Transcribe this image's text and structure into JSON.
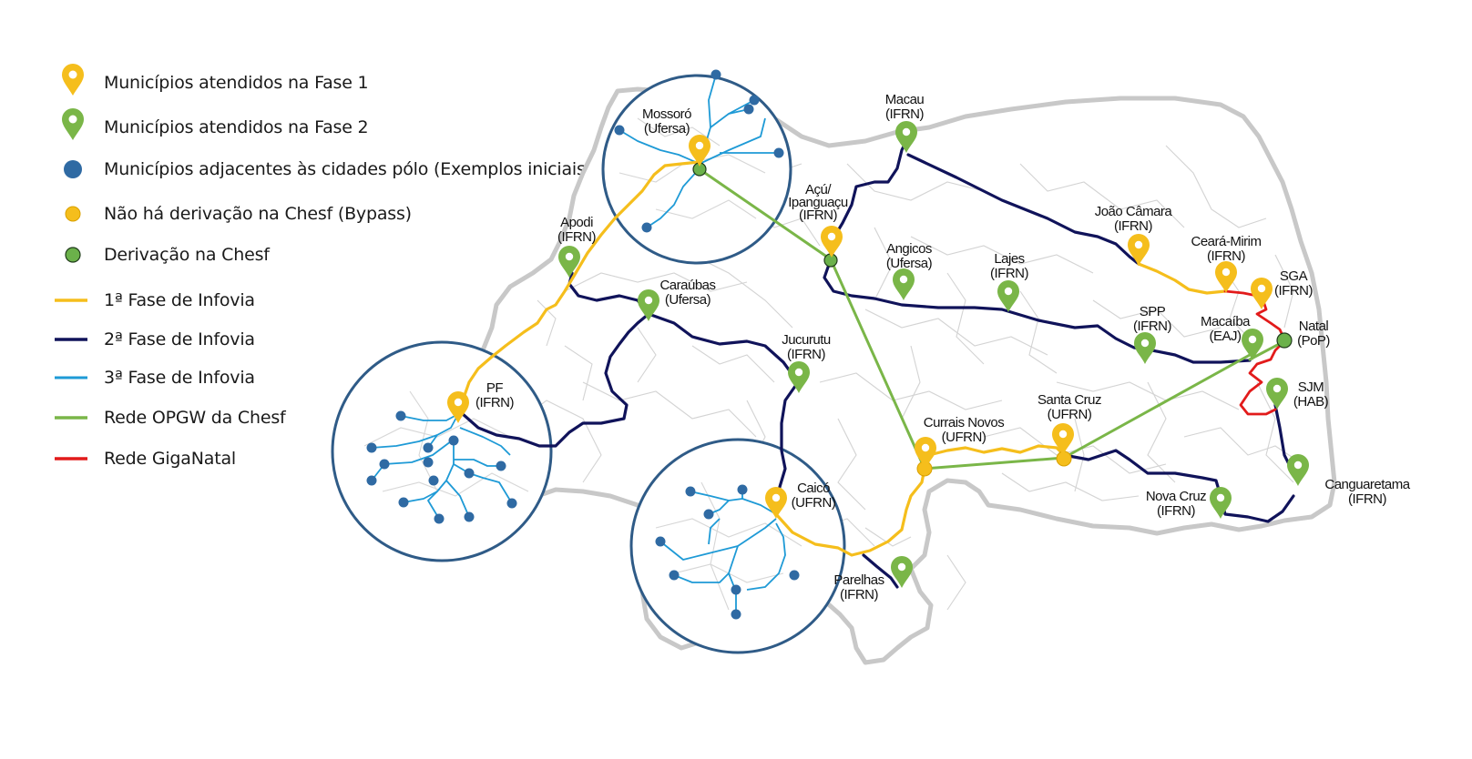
{
  "colors": {
    "phase1": "#f5be1c",
    "phase2_pin": "#7ab648",
    "infovia2": "#10135a",
    "infovia3": "#1e9ad6",
    "opgw": "#7ab648",
    "giganatal": "#e21b1b",
    "adjacent_dot": "#2f6aa3",
    "circle_border": "#2f5b87",
    "municipality_border": "#cfcfcf",
    "state_outline": "#c8c8c8"
  },
  "legend": [
    {
      "symbol": "yellow-pin-icon",
      "label": "Municípios atendidos na Fase 1"
    },
    {
      "symbol": "green-pin-icon",
      "label": "Municípios atendidos na Fase 2"
    },
    {
      "symbol": "blue-dot-icon",
      "label": "Municípios adjacentes às cidades pólo (Exemplos iniciais)"
    },
    {
      "symbol": "yellow-dot-icon",
      "label": "Não há derivação na Chesf (Bypass)"
    },
    {
      "symbol": "green-dot-icon",
      "label": "Derivação na Chesf"
    },
    {
      "symbol": "yellow-line-icon",
      "label": "1ª Fase de Infovia"
    },
    {
      "symbol": "navy-line-icon",
      "label": "2ª Fase de Infovia"
    },
    {
      "symbol": "cyan-line-icon",
      "label": "3ª Fase de Infovia"
    },
    {
      "symbol": "green-line-icon",
      "label": "Rede OPGW da Chesf"
    },
    {
      "symbol": "red-line-icon",
      "label": "Rede GigaNatal"
    }
  ],
  "cities": [
    {
      "id": "mossoro",
      "lines": [
        "Mossoró",
        "(Ufersa)"
      ],
      "phase": 1
    },
    {
      "id": "apodi",
      "lines": [
        "Apodi",
        "(IFRN)"
      ],
      "phase": 2
    },
    {
      "id": "caraubas",
      "lines": [
        "Caraúbas",
        "(Ufersa)"
      ],
      "phase": 2
    },
    {
      "id": "pf",
      "lines": [
        "PF",
        "(IFRN)"
      ],
      "phase": 1
    },
    {
      "id": "macau",
      "lines": [
        "Macau",
        "(IFRN)"
      ],
      "phase": 2
    },
    {
      "id": "acu",
      "lines": [
        "Açú/",
        "Ipanguaçu",
        "(IFRN)"
      ],
      "phase": 1
    },
    {
      "id": "angicos",
      "lines": [
        "Angicos",
        "(Ufersa)"
      ],
      "phase": 2
    },
    {
      "id": "lajes",
      "lines": [
        "Lajes",
        "(IFRN)"
      ],
      "phase": 2
    },
    {
      "id": "joao-camara",
      "lines": [
        "João Câmara",
        "(IFRN)"
      ],
      "phase": 1
    },
    {
      "id": "ceara-mirim",
      "lines": [
        "Ceará-Mirim",
        "(IFRN)"
      ],
      "phase": 1
    },
    {
      "id": "sga",
      "lines": [
        "SGA",
        "(IFRN)"
      ],
      "phase": 1
    },
    {
      "id": "spp",
      "lines": [
        "SPP",
        "(IFRN)"
      ],
      "phase": 2
    },
    {
      "id": "macaiba",
      "lines": [
        "Macaíba",
        "(EAJ)"
      ],
      "phase": 2
    },
    {
      "id": "natal",
      "lines": [
        "Natal",
        "(PoP)"
      ],
      "phase": 0
    },
    {
      "id": "sjm",
      "lines": [
        "SJM",
        "(HAB)"
      ],
      "phase": 2
    },
    {
      "id": "jucurutu",
      "lines": [
        "Jucurutu",
        "(IFRN)"
      ],
      "phase": 2
    },
    {
      "id": "currais-novos",
      "lines": [
        "Currais Novos",
        "(UFRN)"
      ],
      "phase": 1
    },
    {
      "id": "santa-cruz",
      "lines": [
        "Santa Cruz",
        "(UFRN)"
      ],
      "phase": 1
    },
    {
      "id": "caico",
      "lines": [
        "Caicó",
        "(UFRN)"
      ],
      "phase": 1
    },
    {
      "id": "parelhas",
      "lines": [
        "Parelhas",
        "(IFRN)"
      ],
      "phase": 2
    },
    {
      "id": "nova-cruz",
      "lines": [
        "Nova Cruz",
        "(IFRN)"
      ],
      "phase": 2
    },
    {
      "id": "canguaretama",
      "lines": [
        "Canguaretama",
        "(IFRN)"
      ],
      "phase": 2
    }
  ]
}
